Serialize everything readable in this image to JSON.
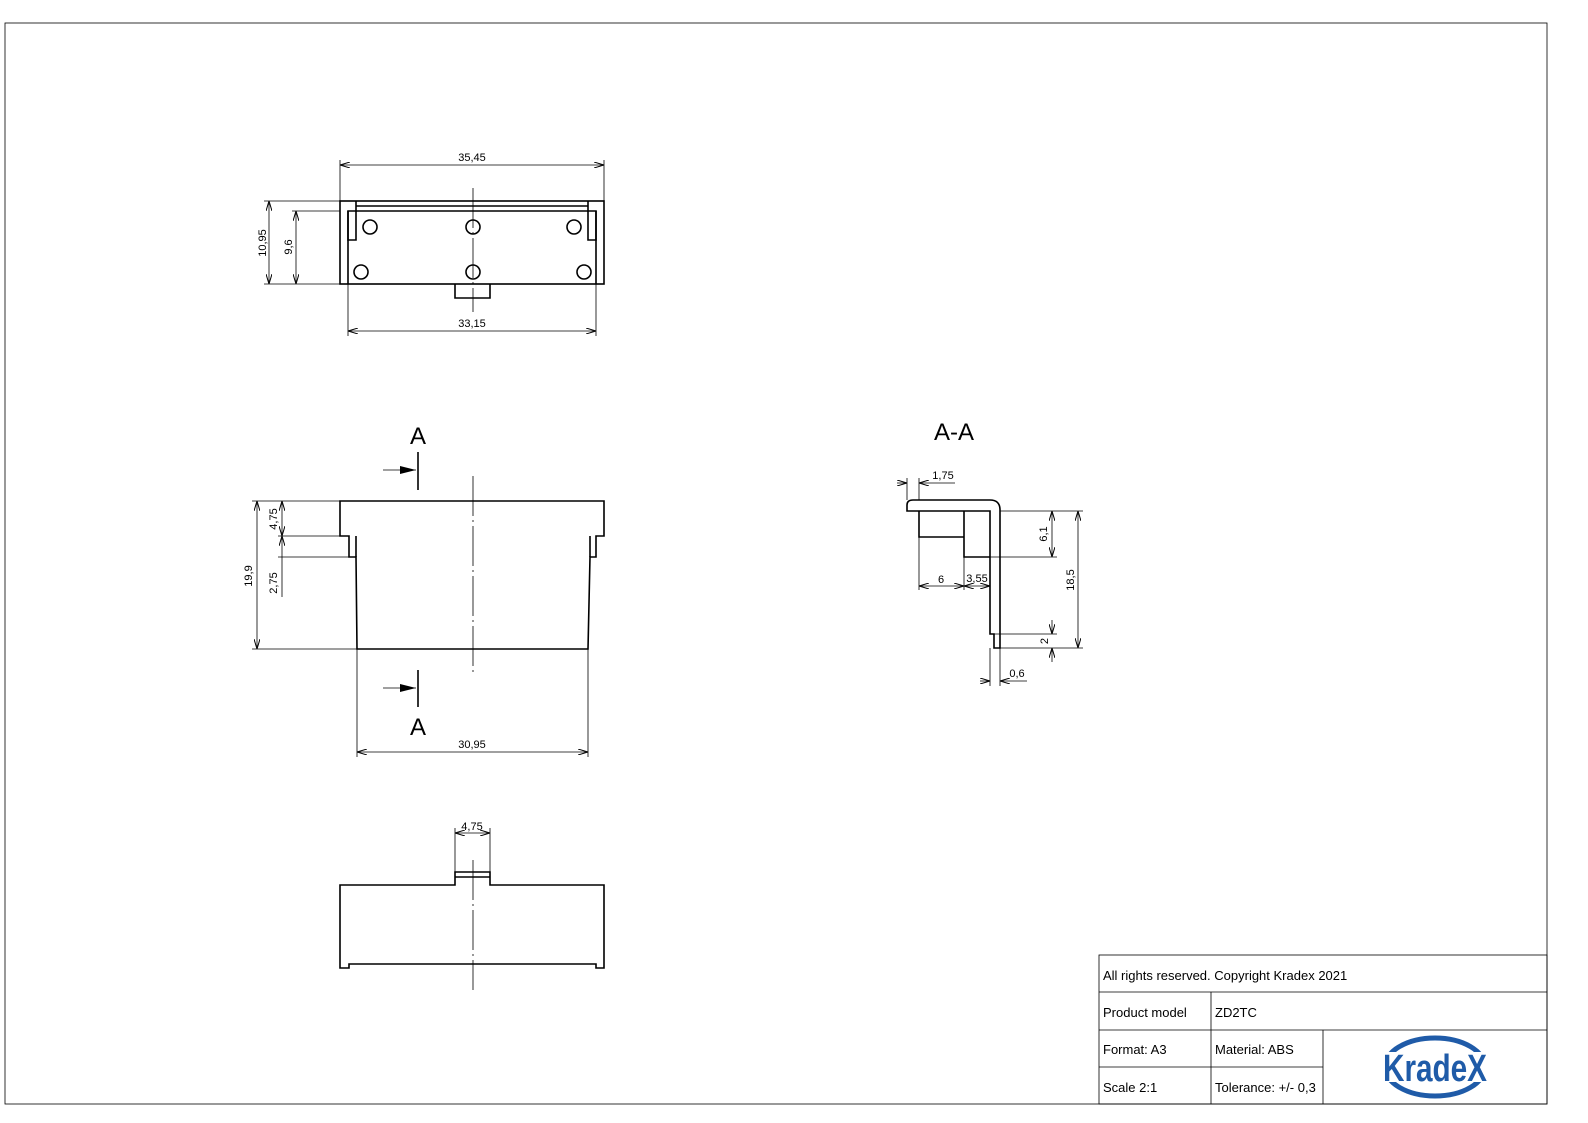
{
  "drawing": {
    "top_view": {
      "dims": {
        "overall_width": "35,45",
        "inner_width": "33,15",
        "overall_height": "10,95",
        "inner_height": "9,6"
      }
    },
    "front_view": {
      "dims": {
        "height": "19,9",
        "lip": "4,75",
        "step": "2,75",
        "width": "30,95"
      },
      "section_mark_top": "A",
      "section_mark_bottom": "A"
    },
    "bottom_view": {
      "dims": {
        "tab_width": "4,75"
      }
    },
    "section_view": {
      "title": "A-A",
      "dims": {
        "flange": "1,75",
        "rib_height": "6,1",
        "height": "18,5",
        "rib_width": "6",
        "gap": "3,55",
        "step": "2",
        "wall": "0,6"
      }
    }
  },
  "title_block": {
    "copyright": "All rights reserved. Copyright Kradex 2021",
    "product_model_label": "Product model",
    "product_model_value": "ZD2TC",
    "format": "Format: A3",
    "material": "Material: ABS",
    "scale": "Scale 2:1",
    "tolerance": "Tolerance: +/- 0,3",
    "logo_text": "KradeX",
    "logo_color": "#1f5ba8"
  }
}
